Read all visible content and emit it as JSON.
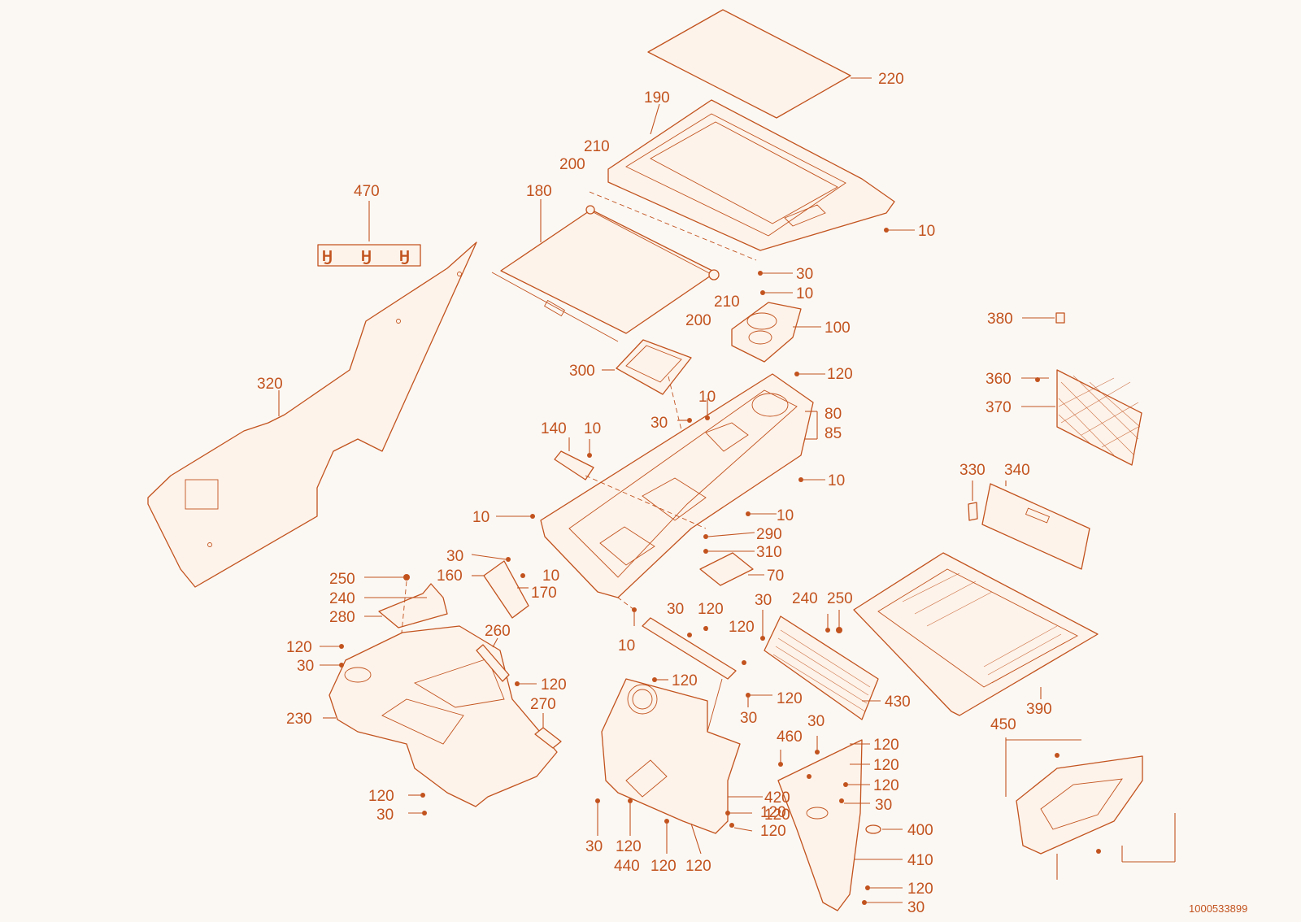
{
  "diagram": {
    "document_number": "1000533899",
    "callouts": [
      "220",
      "190",
      "210",
      "200",
      "180",
      "10",
      "30",
      "10",
      "210",
      "200",
      "100",
      "470",
      "380",
      "300",
      "120",
      "360",
      "370",
      "10",
      "30",
      "80",
      "85",
      "320",
      "140",
      "10",
      "10",
      "330",
      "340",
      "10",
      "10",
      "290",
      "310",
      "30",
      "160",
      "10",
      "170",
      "70",
      "250",
      "240",
      "280",
      "30",
      "120",
      "240",
      "250",
      "120",
      "30",
      "10",
      "260",
      "120",
      "120",
      "430",
      "390",
      "230",
      "120",
      "270",
      "120",
      "30",
      "450",
      "30",
      "120",
      "30",
      "120",
      "120",
      "120",
      "30",
      "120",
      "120",
      "420",
      "400",
      "120",
      "120",
      "30",
      "410",
      "30",
      "120",
      "120",
      "120",
      "30",
      "440",
      "460"
    ]
  }
}
